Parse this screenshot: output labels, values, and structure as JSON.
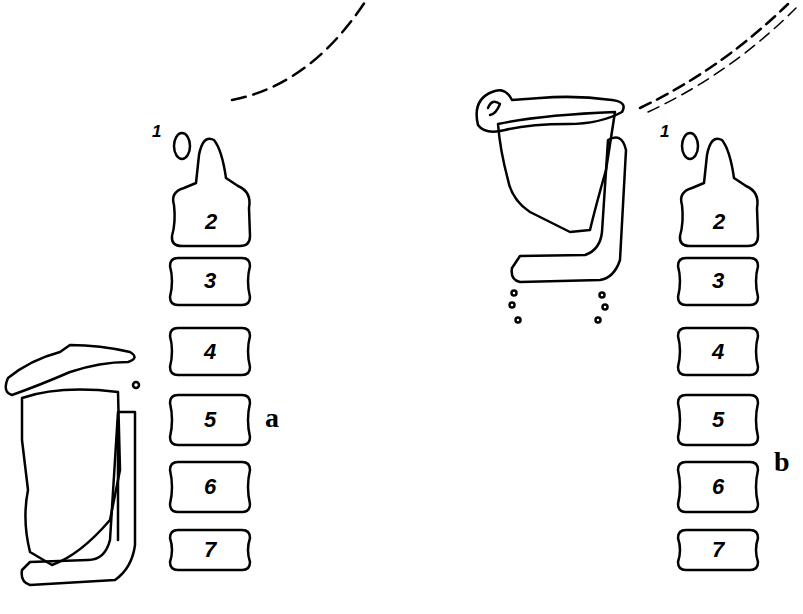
{
  "diagram": {
    "labels": [
      "1",
      "2",
      "3",
      "4",
      "5",
      "6",
      "7",
      "a",
      "1",
      "2",
      "3",
      "4",
      "5",
      "6",
      "7",
      "b"
    ]
  }
}
